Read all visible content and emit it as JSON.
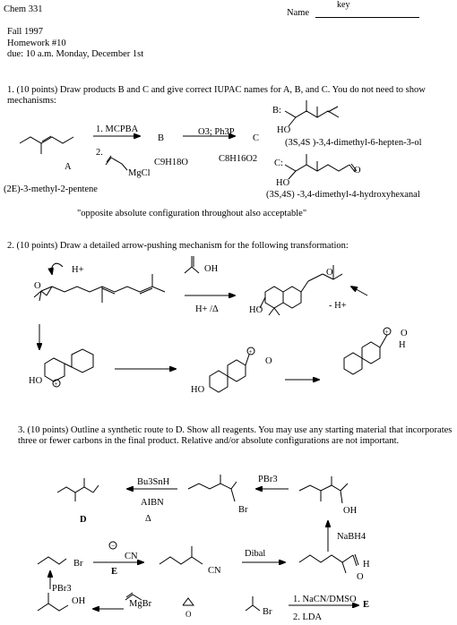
{
  "header": {
    "course": "Chem 331",
    "name_label": "Name",
    "key_word": "key",
    "term": "Fall  1997",
    "homework": "Homework #10",
    "due": "due:  10 a.m. Monday, December 1st"
  },
  "q1": {
    "prompt": "1. (10 points)  Draw products B and C and give correct IUPAC names for A, B, and C.  You do not need to show mechanisms:",
    "label_A": "A",
    "label_B": "B",
    "label_C": "C",
    "reagent1": "1. MCPBA",
    "reagent2": "2.",
    "grignard": "MgCl",
    "reagent3": "O3; Ph3P",
    "formula_B": "C9H18O",
    "formula_C": "C8H16O2",
    "name_A": "(2E)-3-methyl-2-pentene",
    "answer_B_label": "B:",
    "answer_B_oh": "HO",
    "name_B": "(3S,4S )-3,4-dimethyl-6-hepten-3-ol",
    "answer_C_label": "C:",
    "answer_C_oh": "HO",
    "answer_C_o": "O",
    "name_C": "(3S,4S) -3,4-dimethyl-4-hydroxyhexanal",
    "note": "\"opposite absolute configuration throughout also acceptable\""
  },
  "q2": {
    "prompt": "2. (10 points) Draw a detailed arrow-pushing mechanism for the following transformation:",
    "h_plus": "H+",
    "epoxide_o": "O",
    "acetic_oh": "OH",
    "conditions": "H+ /Δ",
    "minus_h": "- H+",
    "ho_labels": [
      "HO",
      "HO",
      "HO"
    ],
    "o_labels": [
      "O",
      "O",
      "O"
    ],
    "h_label": "H"
  },
  "q3": {
    "prompt": "3.  (10 points) Outline a synthetic route to D. Show all reagents. You may use any starting material that incorporates three or fewer carbons in the final product. Relative and/or absolute configurations are not important.",
    "bu3snh": "Bu3SnH",
    "aibn": "AIBN",
    "label_D": "D",
    "delta": "Δ",
    "pbr3_top": "PBr3",
    "br_top": "Br",
    "oh_top": "OH",
    "nabh4": "NaBH4",
    "br_left": "Br",
    "cn_reagent": "CN",
    "label_E_reagent": "E",
    "cn_product": "CN",
    "dibal": "Dibal",
    "aldehyde_h": "H",
    "aldehyde_o": "O",
    "pbr3_left": "PBr3",
    "oh_bottom": "OH",
    "mgbr": "MgBr",
    "epoxide_o": "O",
    "br_ipr": "Br",
    "step1": "1. NaCN/DMSO",
    "step2": "2. LDA",
    "label_E": "E"
  }
}
